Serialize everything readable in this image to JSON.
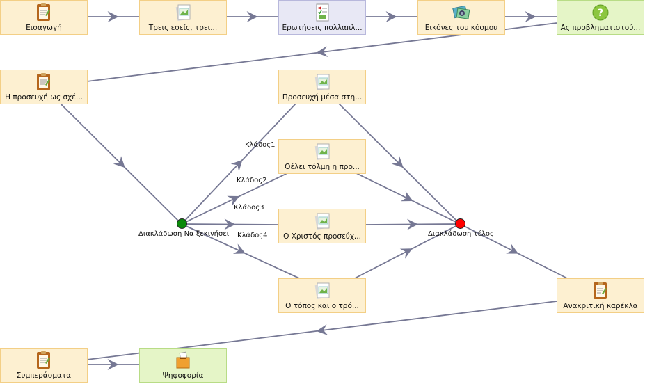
{
  "nodes": {
    "intro": "Εισαγωγή",
    "three_you": "Τρεις εσείς, τρει...",
    "questions": "Ερωτήσεις πολλαπλ...",
    "pictures": "Εικόνες του κόσμου",
    "think": "Ας προβληματιστού...",
    "prayer_rel": "Η προσευχή ως σχέ...",
    "prayer_in": "Προσευχή μέσα στη...",
    "courage": "Θέλει τόλμη η προ...",
    "christ": "Ο Χριστός προσεύχ...",
    "place": "Ο τόπος και ο τρό...",
    "chair": "Ανακριτική καρέκλα",
    "conclusions": "Συμπεράσματα",
    "vote": "Ψηφοφορία"
  },
  "gates": {
    "start_label": "Διακλάδωση Να ξεκινήσει",
    "end_label": "Διακλάδωση τέλος"
  },
  "branches": {
    "b1": "Κλάδος1",
    "b2": "Κλάδος2",
    "b3": "Κλάδος3",
    "b4": "Κλάδος4"
  },
  "icons": {
    "intro": "notebook-icon",
    "three_you": "image-page-icon",
    "questions": "quiz-icon",
    "pictures": "world-pictures-icon",
    "think": "question-icon",
    "prayer_rel": "notebook-icon",
    "prayer_in": "image-page-icon",
    "courage": "image-page-icon",
    "christ": "image-page-icon",
    "place": "image-page-icon",
    "chair": "notebook-icon",
    "conclusions": "notebook-icon",
    "vote": "ballot-box-icon"
  },
  "colors": {
    "activity_fill": "#fdf0d1",
    "activity_border": "#f3cf86",
    "tool_fill": "#e5f5c7",
    "tool_border": "#b8dc86",
    "quiz_fill": "#e8e8f5",
    "edge": "#767894",
    "gate_start": "#0a8a0a",
    "gate_end": "#ff0000"
  }
}
